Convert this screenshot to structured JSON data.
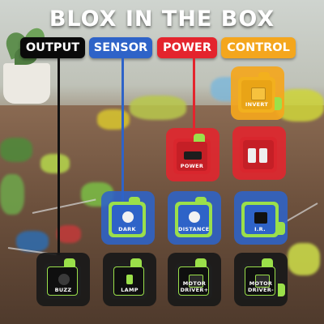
{
  "title": "BLOX IN THE BOX",
  "categories": {
    "output": "OUTPUT",
    "sensor": "SENSOR",
    "power": "POWER",
    "control": "CONTROL"
  },
  "colors": {
    "output": "#0a0a0a",
    "sensor": "#2e63c8",
    "power": "#e4242d",
    "control": "#f4a61d",
    "module_green": "#9be04a"
  },
  "modules": {
    "invert": "INVERT",
    "power": "POWER",
    "dark": "DARK",
    "distance": "DISTANCE",
    "ir": "I.R.",
    "buzz": "BUZZ",
    "lamp": "LAMP",
    "motor_driver_plus": "MOTOR DRIVER+",
    "motor_driver_minus": "MOTOR DRIVER-"
  }
}
